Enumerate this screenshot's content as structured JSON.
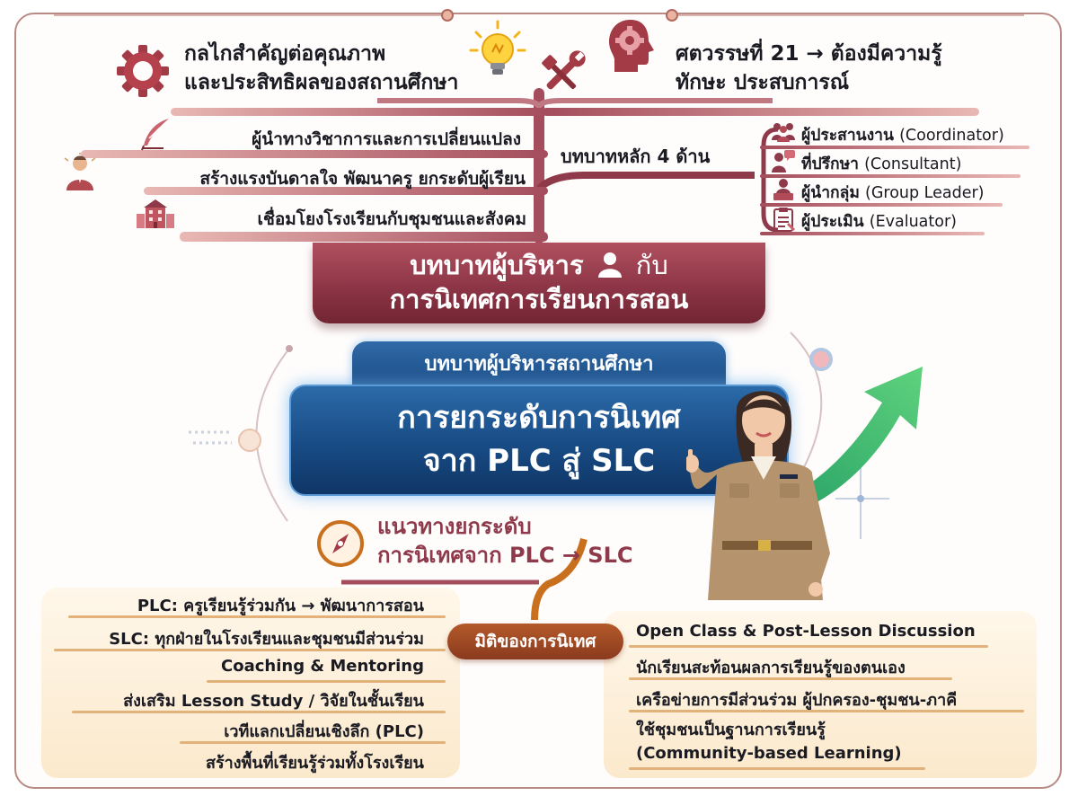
{
  "top": {
    "left_title": [
      "กลไกสำคัญต่อคุณภาพ",
      "และประสิทธิผลของสถานศึกษา"
    ],
    "right_title": [
      "ศตวรรษที่ 21 → ต้องมีความรู้",
      "ทักษะ ประสบการณ์"
    ]
  },
  "left_points": [
    {
      "text": "ผู้นำทางวิชาการและการเปลี่ยนแปลง",
      "icon": "quill-icon"
    },
    {
      "text": "สร้างแรงบันดาลใจ พัฒนาครู ยกระดับผู้เรียน",
      "icon": "mentor-icon"
    },
    {
      "text": "เชื่อมโยงโรงเรียนกับชุมชนและสังคม",
      "icon": "community-icon"
    }
  ],
  "roles": {
    "heading": "บทบาทหลัก 4 ด้าน",
    "items": [
      {
        "th": "ผู้ประสานงาน",
        "en": "(Coordinator)",
        "icon": "team-icon"
      },
      {
        "th": "ที่ปรึกษา",
        "en": "(Consultant)",
        "icon": "consultant-icon"
      },
      {
        "th": "ผู้นำกลุ่ม",
        "en": "(Group Leader)",
        "icon": "presenter-icon"
      },
      {
        "th": "ผู้ประเมิน",
        "en": "(Evaluator)",
        "icon": "clipboard-icon"
      }
    ]
  },
  "main_banner": {
    "line1_a": "บทบาทผู้บริหาร",
    "line1_b": "กับ",
    "line2": "การนิเทศการเรียนการสอน"
  },
  "center": {
    "tab": "บทบาทผู้บริหารสถานศึกษา",
    "title_line1": "การยกระดับการนิเทศ",
    "title_line2": "จาก PLC สู่ SLC"
  },
  "approach": {
    "line1": "แนวทางยกระดับ",
    "line2": "การนิเทศจาก PLC → SLC"
  },
  "dimension_label": "มิติของการนิเทศ",
  "left_dimensions": [
    "PLC: ครูเรียนรู้ร่วมกัน → พัฒนาการสอน",
    "SLC: ทุกฝ่ายในโรงเรียนและชุมชนมีส่วนร่วม",
    "Coaching & Mentoring",
    "ส่งเสริม Lesson Study / วิจัยในชั้นเรียน",
    "เวทีแลกเปลี่ยนเชิงลึก (PLC)",
    "สร้างพื้นที่เรียนรู้ร่วมทั้งโรงเรียน"
  ],
  "right_dimensions": [
    "Open Class & Post-Lesson Discussion",
    "นักเรียนสะท้อนผลการเรียนรู้ของตนเอง",
    "เครือข่ายการมีส่วนร่วม ผู้ปกครอง-ชุมชน-ภาคี",
    "ใช้ชุมชนเป็นฐานการเรียนรู้",
    "(Community-based Learning)"
  ],
  "colors": {
    "maroon": "#8f3a4a",
    "navy": "#1f4f86",
    "orange": "#c8701e",
    "cream": "#fdf1dc"
  }
}
